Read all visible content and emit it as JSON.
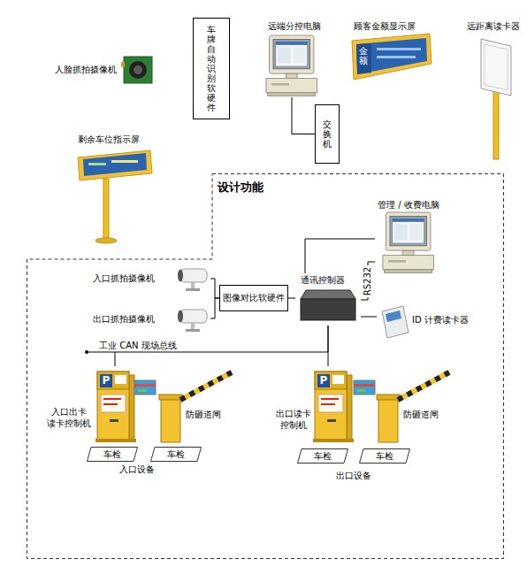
{
  "diagram": {
    "nodes": [
      {
        "text": [
          "人脸抓拍摄像机"
        ]
      },
      {
        "text": [
          "车牌自动识别软硬件"
        ]
      },
      {
        "text": [
          "远端分控电脑"
        ]
      },
      {
        "text": [
          "顾客金额显示屏"
        ]
      },
      {
        "text": [
          "远距离读卡器"
        ]
      },
      {
        "text": [
          "交换机"
        ]
      },
      {
        "text": [
          "剩余车位指示屏"
        ]
      },
      {
        "text": [
          "设计功能"
        ]
      },
      {
        "text": [
          "管理 / 收费电脑"
        ],
        "in": 7
      },
      {
        "text": [
          "入口抓拍摄像机"
        ],
        "in": 7
      },
      {
        "text": [
          "图像对比软硬件"
        ],
        "in": 7
      },
      {
        "text": [
          "通讯控制器"
        ],
        "in": 7
      },
      {
        "text": [
          "出口抓拍摄像机"
        ],
        "in": 7
      },
      {
        "text": [
          "ID 计费读卡器"
        ],
        "in": 7
      },
      {
        "text": [
          "入口出卡 读卡控制机"
        ],
        "in": 7
      },
      {
        "text": [
          "防砸道闸"
        ],
        "in": 7
      },
      {
        "text": [
          "出口读卡 控制机"
        ],
        "in": 7
      },
      {
        "text": [
          "防砸道闸"
        ],
        "in": 7
      },
      {
        "text": [
          "车检"
        ],
        "in": 7
      },
      {
        "text": [
          "车检"
        ],
        "in": 7
      },
      {
        "text": [
          "车检"
        ],
        "in": 7
      },
      {
        "text": [
          "车检"
        ],
        "in": 7
      }
    ],
    "edges": [
      {
        "from": 2,
        "to": 5,
        "arrow": "none"
      },
      {
        "from": 11,
        "to": 8,
        "arrow": "none"
      },
      {
        "from": 11,
        "to": 8,
        "label": "RS232",
        "arrow": "none"
      },
      {
        "from": 9,
        "to": 10,
        "arrow": "none"
      },
      {
        "from": 12,
        "to": 10,
        "arrow": "none"
      },
      {
        "from": 10,
        "to": 11,
        "arrow": "none"
      },
      {
        "from": 13,
        "to": 11,
        "arrow": "none"
      },
      {
        "from": 11,
        "to": 14,
        "arrow": "none"
      },
      {
        "from": 11,
        "to": 16,
        "arrow": "none"
      }
    ],
    "labels": [
      "工业 CAN 现场总线",
      "入口设备",
      "出口设备",
      "金额",
      "P",
      "P"
    ]
  }
}
